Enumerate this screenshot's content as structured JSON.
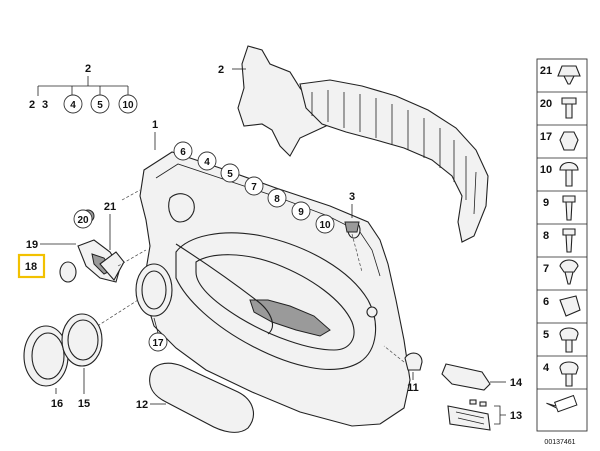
{
  "header": {
    "group_parent": "2",
    "group_children": [
      "2",
      "3",
      "4",
      "5",
      "10"
    ]
  },
  "labels": {
    "door_trim": "1",
    "trim_carrier": "2",
    "screw_3": "3",
    "trim_clip": "11",
    "armrest": "12",
    "switch_panel": "13",
    "handle_cover": "14",
    "ring_15": "15",
    "ring_16": "16",
    "speaker_17": "17",
    "cover_18": "18",
    "bracket_19": "19",
    "clip_20": "20",
    "handle_21": "21"
  },
  "circled_labels": [
    "6",
    "4",
    "5",
    "7",
    "8",
    "9",
    "10"
  ],
  "highlight": {
    "label": "18",
    "color": "#f2c100"
  },
  "side_panel": {
    "items": [
      "21",
      "20",
      "17",
      "10",
      "9",
      "8",
      "7",
      "6",
      "5",
      "4"
    ]
  },
  "reference_number": "00137461"
}
